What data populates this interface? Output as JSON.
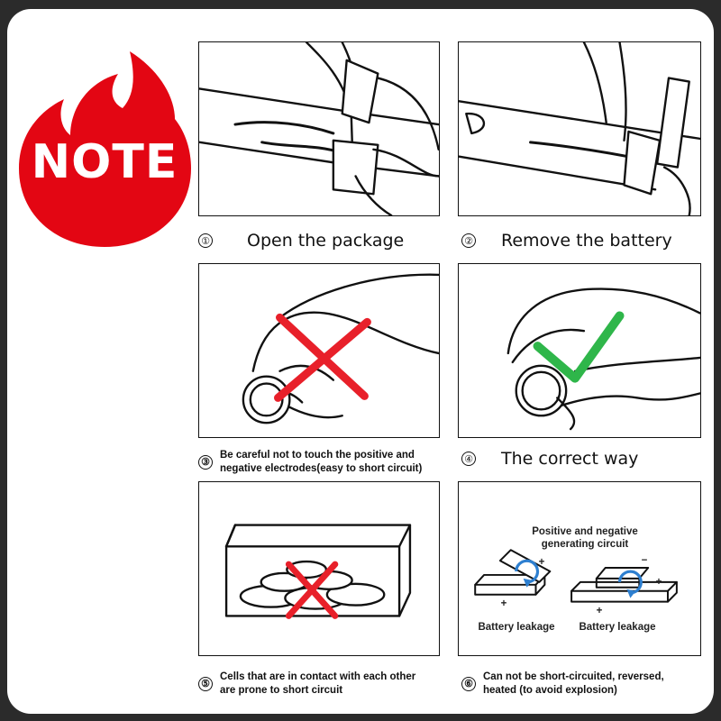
{
  "badge": {
    "text": "NOTE",
    "color": "#e30613"
  },
  "steps": [
    {
      "number": "①",
      "caption": "Open the package"
    },
    {
      "number": "②",
      "caption": "Remove the battery"
    },
    {
      "number": "③",
      "caption_line1": "Be careful not to touch the positive and",
      "caption_line2": "negative electrodes(easy to short circuit)"
    },
    {
      "number": "④",
      "caption": "The correct way"
    },
    {
      "number": "⑤",
      "caption_line1": "Cells that are in contact with each other",
      "caption_line2": "are prone to short circuit"
    },
    {
      "number": "⑥",
      "caption_line1": "Can not be short-circuited, reversed,",
      "caption_line2": "heated (to avoid explosion)"
    }
  ],
  "diagram6": {
    "title_line1": "Positive and negative",
    "title_line2": "generating circuit",
    "left_label": "Battery leakage",
    "right_label": "Battery leakage",
    "plus": "+",
    "minus": "−"
  },
  "colors": {
    "wrong_mark": "#e8202a",
    "correct_mark": "#2fb64a",
    "arrow": "#2d7fd0"
  }
}
